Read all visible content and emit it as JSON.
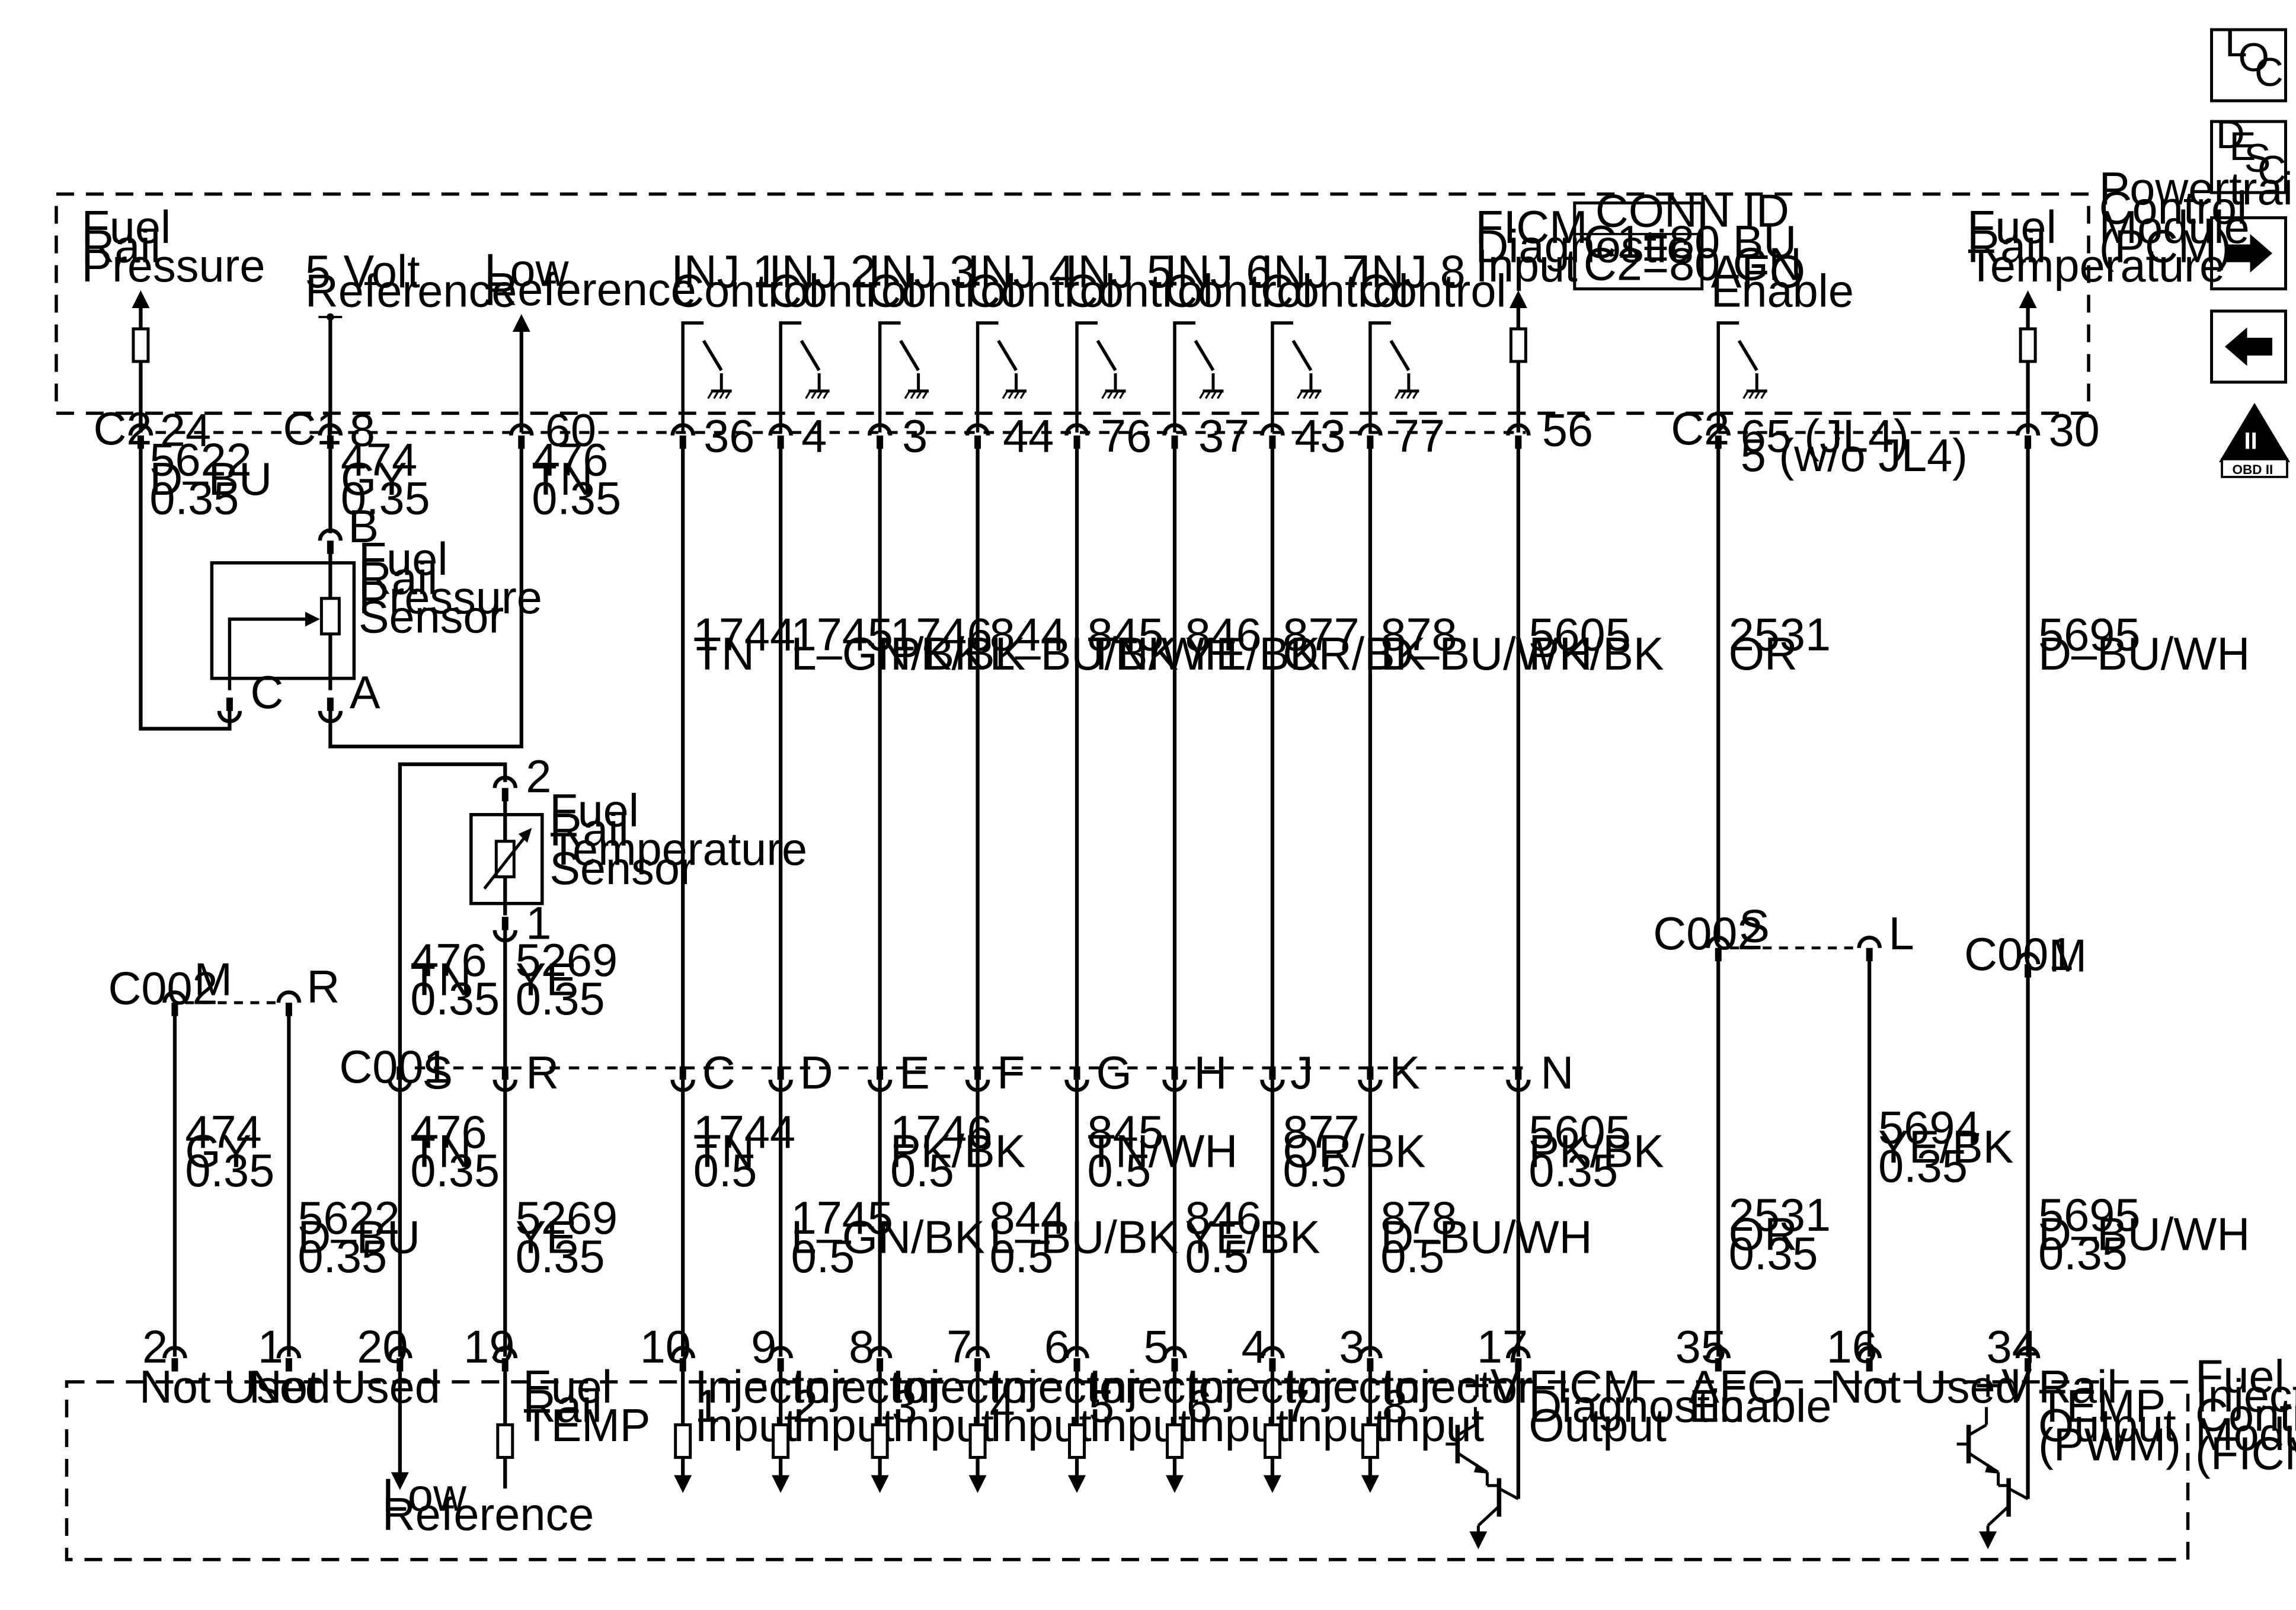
{
  "side_buttons": {
    "loc": [
      "L",
      "O",
      "C"
    ],
    "desc": [
      "D",
      "E",
      "S",
      "C"
    ],
    "next_arrow": "right-arrow-icon",
    "prev_arrow": "left-arrow-icon",
    "obd": {
      "roman": "II",
      "label": "OBD II"
    }
  },
  "modules": {
    "pcm": [
      "Powertrain",
      "Control",
      "Module",
      "(PCM)"
    ],
    "ficm": [
      "Fuel",
      "Injector",
      "Control",
      "Module",
      "(FICM)"
    ]
  },
  "conn_id": {
    "title": "CONN ID",
    "c1": "C1=80 BU",
    "c2": "C2=80 GN"
  },
  "pcm_labels": {
    "fuel_rail_pressure": [
      "Fuel",
      "Rail",
      "Pressure"
    ],
    "five_volt_ref": [
      "5 Volt",
      "Reference"
    ],
    "low_ref": [
      "Low",
      "Reference"
    ],
    "ficm_diag_input": [
      "FICM",
      "Diagnostic",
      "Input"
    ],
    "afo_enable": [
      "AFO",
      "Enable"
    ],
    "fuel_rail_temp": [
      "Fuel",
      "Rail",
      "Temperature"
    ],
    "injectors": [
      [
        "INJ 1",
        "Control"
      ],
      [
        "INJ 2",
        "Control"
      ],
      [
        "INJ 3",
        "Control"
      ],
      [
        "INJ 4",
        "Control"
      ],
      [
        "INJ 5",
        "Control"
      ],
      [
        "INJ 6",
        "Control"
      ],
      [
        "INJ 7",
        "Control"
      ],
      [
        "INJ 8",
        "Control"
      ]
    ]
  },
  "pcm_pins": {
    "c2_label": "C2",
    "c1_label": "C1",
    "c2b_label": "C2",
    "p24": "24",
    "p8": "8",
    "p60": "60",
    "p36": "36",
    "p4": "4",
    "p3": "3",
    "p44": "44",
    "p76": "76",
    "p37": "37",
    "p43": "43",
    "p77": "77",
    "p56": "56",
    "p65": "65 (JL4)",
    "p5": "5  (w/o JL4)",
    "p30": "30"
  },
  "wires_top": {
    "w5622": [
      "5622",
      "D–BU",
      "0.35"
    ],
    "w474": [
      "474",
      "GY",
      "0.35"
    ],
    "w476": [
      "476",
      "TN",
      "0.35"
    ],
    "w1744": [
      "1744",
      "TN"
    ],
    "w1745": [
      "1745",
      "L–GN/BK"
    ],
    "w1746": [
      "1746",
      "PK/BK"
    ],
    "w844": [
      "844",
      "L–BU/BK"
    ],
    "w845": [
      "845",
      "TN/WH"
    ],
    "w846": [
      "846",
      "YE/BK"
    ],
    "w877": [
      "877",
      "OR/BK"
    ],
    "w878": [
      "878",
      "D–BU/WH"
    ],
    "w5605": [
      "5605",
      "PK/BK"
    ],
    "w2531": [
      "2531",
      "OR"
    ],
    "w5695": [
      "5695",
      "D–BU/WH"
    ]
  },
  "sensors": {
    "frp": [
      "Fuel",
      "Rail",
      "Pressure",
      "Sensor"
    ],
    "frp_pins": {
      "b": "B",
      "c": "C",
      "a": "A"
    },
    "frt": [
      "Fuel",
      "Rail",
      "Temperature",
      "Sensor"
    ],
    "frt_pins": {
      "p2": "2",
      "p1": "1"
    }
  },
  "mid_wires": {
    "w476": [
      "476",
      "TN",
      "0.35"
    ],
    "w5269": [
      "5269",
      "YE",
      "0.35"
    ]
  },
  "inline": {
    "c002_left": {
      "name": "C002",
      "a": "M",
      "b": "R"
    },
    "c002_right": {
      "name": "C002",
      "a": "S",
      "b": "L"
    },
    "c001_right": {
      "name": "C001",
      "a": "M"
    },
    "c001_row": {
      "name": "C001",
      "pins": [
        "S",
        "R",
        "C",
        "D",
        "E",
        "F",
        "G",
        "H",
        "J",
        "K",
        "N"
      ]
    }
  },
  "wires_bottom": {
    "w474": [
      "474",
      "GY",
      "0.35"
    ],
    "w5622": [
      "5622",
      "D–BU",
      "0.35"
    ],
    "w476": [
      "476",
      "TN",
      "0.35"
    ],
    "w5269": [
      "5269",
      "YE",
      "0.35"
    ],
    "w1744": [
      "1744",
      "TN",
      "0.5"
    ],
    "w1745": [
      "1745",
      "L–GN/BK",
      "0.5"
    ],
    "w1746": [
      "1746",
      "PK/BK",
      "0.5"
    ],
    "w844": [
      "844",
      "L–BU/BK",
      "0.5"
    ],
    "w845": [
      "845",
      "TN/WH",
      "0.5"
    ],
    "w846": [
      "846",
      "YE/BK",
      "0.5"
    ],
    "w877": [
      "877",
      "OR/BK",
      "0.5"
    ],
    "w878": [
      "878",
      "D–BU/WH",
      "0.5"
    ],
    "w5605": [
      "5605",
      "PK/BK",
      "0.35"
    ],
    "w2531": [
      "2531",
      "OR",
      "0.35"
    ],
    "w5694": [
      "5694",
      "YE/BK",
      "0.35"
    ],
    "w5695": [
      "5695",
      "D–BU/WH",
      "0.35"
    ]
  },
  "ficm_pins": {
    "p2": "2",
    "p1": "1",
    "p20": "20",
    "p19": "19",
    "p10": "10",
    "p9": "9",
    "p8": "8",
    "p7": "7",
    "p6": "6",
    "p5": "5",
    "p4": "4",
    "p3": "3",
    "p17": "17",
    "p35": "35",
    "p16": "16",
    "p34": "34"
  },
  "ficm_labels": {
    "not_used": "Not Used",
    "low_ref": [
      "Low",
      "Reference"
    ],
    "fuel_rail_temp": [
      "Fuel",
      "Rail",
      "TEMP"
    ],
    "injector": "Injector",
    "input": "Input",
    "inj_numbers": [
      "1",
      "2",
      "3",
      "4",
      "5",
      "6",
      "7",
      "8"
    ],
    "plus_v": "+V",
    "ficm_diag_output": [
      "FICM",
      "Diagnostic",
      "Output"
    ],
    "afo_enable": [
      "AFO",
      "Enable"
    ],
    "rail_temp_output": [
      "Rail",
      "TEMP",
      "Output",
      "(PWM)"
    ]
  }
}
